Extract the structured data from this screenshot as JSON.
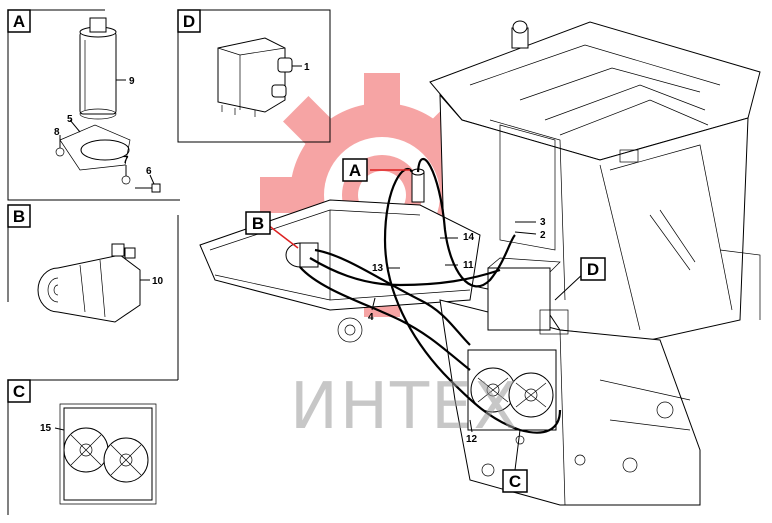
{
  "watermark": {
    "text": "ИНТЕХ",
    "gear_color": "#ef5b5b"
  },
  "panels": [
    {
      "id": "A",
      "letter": "A"
    },
    {
      "id": "B",
      "letter": "B"
    },
    {
      "id": "C",
      "letter": "C"
    },
    {
      "id": "D",
      "letter": "D"
    }
  ],
  "callouts": [
    {
      "id": "A",
      "letter": "A"
    },
    {
      "id": "B",
      "letter": "B"
    },
    {
      "id": "C",
      "letter": "C"
    },
    {
      "id": "D",
      "letter": "D"
    }
  ],
  "part_labels": {
    "p1": "1",
    "p2": "2",
    "p3": "3",
    "p4": "4",
    "p5": "5",
    "p6": "6",
    "p7": "7",
    "p8": "8",
    "p9": "9",
    "p10": "10",
    "p11": "11",
    "p12": "12",
    "p13": "13",
    "p14": "14",
    "p15": "15"
  }
}
